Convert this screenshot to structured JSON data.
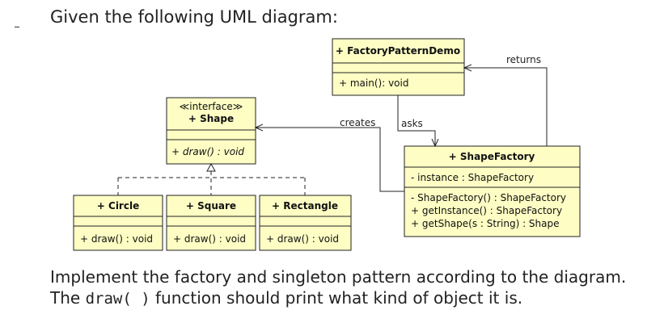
{
  "heading": "Given the following UML diagram:",
  "classes": {
    "demo": {
      "name": "+ FactoryPatternDemo",
      "method": "+ main(): void"
    },
    "shape": {
      "stereotype": "≪interface≫",
      "name": "+ Shape",
      "method": "+ draw() : void"
    },
    "circle": {
      "name": "+ Circle",
      "method": "+ draw() : void"
    },
    "square": {
      "name": "+ Square",
      "method": "+ draw() : void"
    },
    "rectangle": {
      "name": "+ Rectangle",
      "method": "+ draw() : void"
    },
    "factory": {
      "name": "+ ShapeFactory",
      "attribute": "- instance : ShapeFactory",
      "methods": [
        "- ShapeFactory() : ShapeFactory",
        "+ getInstance() : ShapeFactory",
        "+ getShape(s : String) : Shape"
      ]
    }
  },
  "edges": {
    "creates": "creates",
    "asks": "asks",
    "returns": "returns"
  },
  "footer": {
    "part1": "Implement the factory and singleton pattern according to the diagram. The ",
    "code": "draw( )",
    "part2": " function should print what kind of object it is."
  },
  "colors": {
    "class_fill": "#fdfdc4",
    "stroke": "#222222"
  }
}
